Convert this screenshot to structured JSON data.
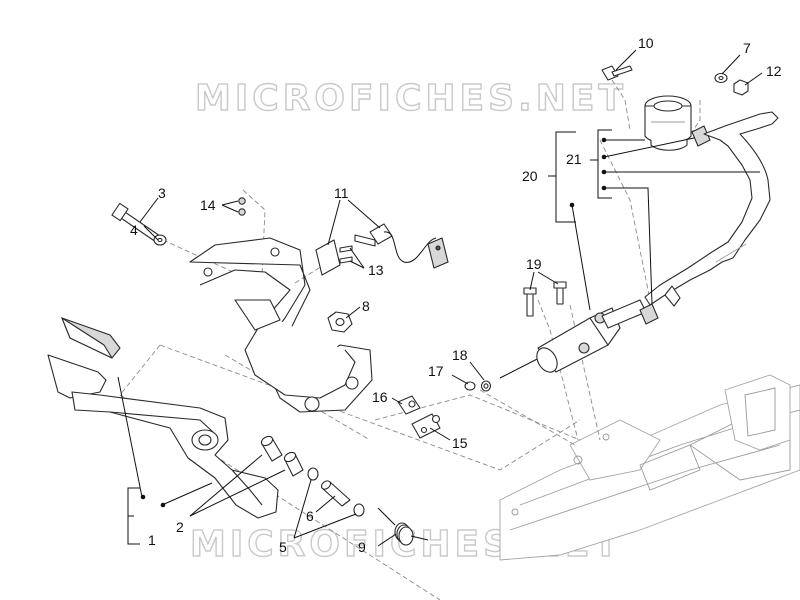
{
  "watermark": {
    "text": "MICROFICHES.NET"
  },
  "callouts": [
    {
      "id": "c1",
      "label": "1"
    },
    {
      "id": "c2",
      "label": "2"
    },
    {
      "id": "c3",
      "label": "3"
    },
    {
      "id": "c4",
      "label": "4"
    },
    {
      "id": "c5",
      "label": "5"
    },
    {
      "id": "c6",
      "label": "6"
    },
    {
      "id": "c7",
      "label": "7"
    },
    {
      "id": "c8",
      "label": "8"
    },
    {
      "id": "c9",
      "label": "9"
    },
    {
      "id": "c10",
      "label": "10"
    },
    {
      "id": "c11",
      "label": "11"
    },
    {
      "id": "c12",
      "label": "12"
    },
    {
      "id": "c13",
      "label": "13"
    },
    {
      "id": "c14",
      "label": "14"
    },
    {
      "id": "c15",
      "label": "15"
    },
    {
      "id": "c16",
      "label": "16"
    },
    {
      "id": "c17",
      "label": "17"
    },
    {
      "id": "c18",
      "label": "18"
    },
    {
      "id": "c19",
      "label": "19"
    },
    {
      "id": "c20",
      "label": "20"
    },
    {
      "id": "c21",
      "label": "21"
    }
  ]
}
